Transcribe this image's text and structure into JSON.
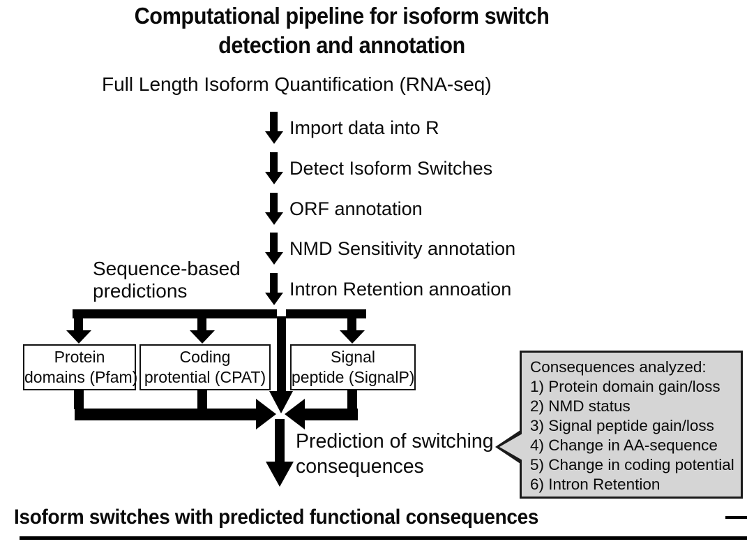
{
  "title": {
    "line1": "Computational pipeline for isoform switch",
    "line2": "detection and annotation"
  },
  "input_label": "Full Length Isoform Quantification (RNA-seq)",
  "pipeline_steps": [
    "Import data into R",
    "Detect Isoform Switches",
    "ORF annotation",
    "NMD Sensitivity annotation",
    "Intron Retention annoation"
  ],
  "branch_label": {
    "line1": "Sequence-based",
    "line2": "predictions"
  },
  "prediction_boxes": [
    {
      "line1": "Protein",
      "line2": "domains (Pfam)"
    },
    {
      "line1": "Coding",
      "line2": "protential (CPAT)"
    },
    {
      "line1": "Signal",
      "line2": "peptide (SignalP)"
    }
  ],
  "prediction_label": {
    "line1": "Prediction of switching",
    "line2": "consequences"
  },
  "consequences": {
    "heading": "Consequences analyzed:",
    "items": [
      "1) Protein domain gain/loss",
      "2) NMD status",
      "3) Signal peptide gain/loss",
      "4) Change in AA-sequence",
      "5) Change in coding potential",
      "6) Intron Retention"
    ]
  },
  "footer": "Isoform switches with predicted functional consequences",
  "colors": {
    "arrow": "#000000",
    "callout_fill": "#d5d5d5",
    "callout_border": "#1a1a1a",
    "background": "#ffffff"
  }
}
